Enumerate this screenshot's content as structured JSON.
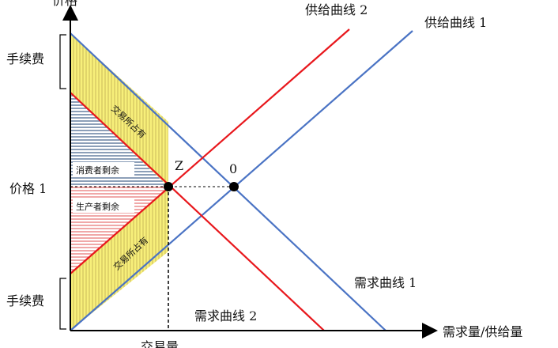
{
  "axes": {
    "y_label": "价格",
    "x_label": "需求量/供给量",
    "x_tick": "交易量"
  },
  "curves": {
    "supply_1": "供给曲线 1",
    "supply_2": "供给曲线 2",
    "demand_1": "需求曲线 1",
    "demand_2": "需求曲线 2"
  },
  "labels": {
    "price_1": "价格 1",
    "fee_top": "手续费",
    "fee_bottom": "手续费",
    "point_z": "Z",
    "point_0": "0",
    "consumer_surplus": "消费者剩余",
    "producer_surplus": "生产者剩余",
    "exchange_top": "交易所占有",
    "exchange_bottom": "交易所占有"
  },
  "colors": {
    "blue_line": "#4a73c4",
    "red_line": "#e8171c",
    "yellow_fill": "#f7ef7a",
    "yellow_stripe": "#c9b95a",
    "consumer_stripe": "#3f5f8a",
    "producer_stripe": "#e05050"
  }
}
